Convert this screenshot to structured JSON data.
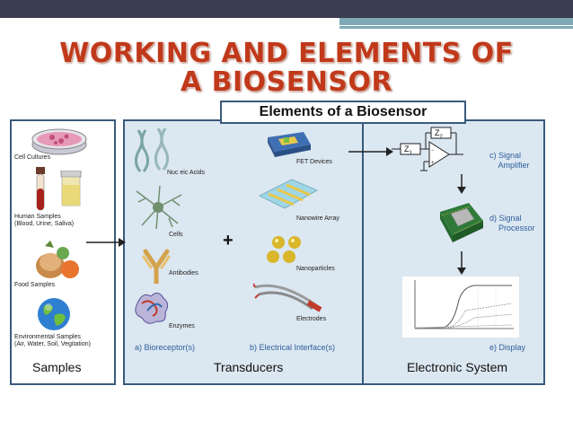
{
  "slide": {
    "title_line1": "WORKING AND ELEMENTS OF",
    "title_line2": "A BIOSENSOR"
  },
  "diagram": {
    "header": "Elements of a Biosensor",
    "samples": {
      "title": "Samples",
      "items": [
        "Cell Cultures",
        "Human Samples\n(Blood, Urine, Saliva)",
        "Food Samples",
        "Environmental Samples\n(Air, Water, Soil, Vegitation)"
      ]
    },
    "transducers": {
      "title": "Transducers",
      "bioreceptors": [
        "Nuc eic Acids",
        "Cells",
        "Antibodies",
        "Enzymes"
      ],
      "interfaces": [
        "FET Devices",
        "Nanowire Array",
        "Nanoparticles",
        "Electrodes"
      ],
      "label_a": "a) Bioreceptor(s)",
      "label_b": "b) Electrical Interface(s)",
      "plus": "+"
    },
    "electronic": {
      "title": "Electronic System",
      "z1": "Z",
      "z1_sub": "1",
      "z2": "Z",
      "z2_sub": "2",
      "c_label": "c) Signal\n    Amplifier",
      "d_label": "d) Signal\n    Processor",
      "e_label": "e) Display"
    }
  },
  "colors": {
    "title_red": "#c0391a",
    "panel_border": "#3a5a7c",
    "panel_fill": "#dbe7f1",
    "label_blue": "#2f5f9a",
    "topbar_dark": "#3b3d50",
    "topbar_teal": "#7fa9b6"
  }
}
